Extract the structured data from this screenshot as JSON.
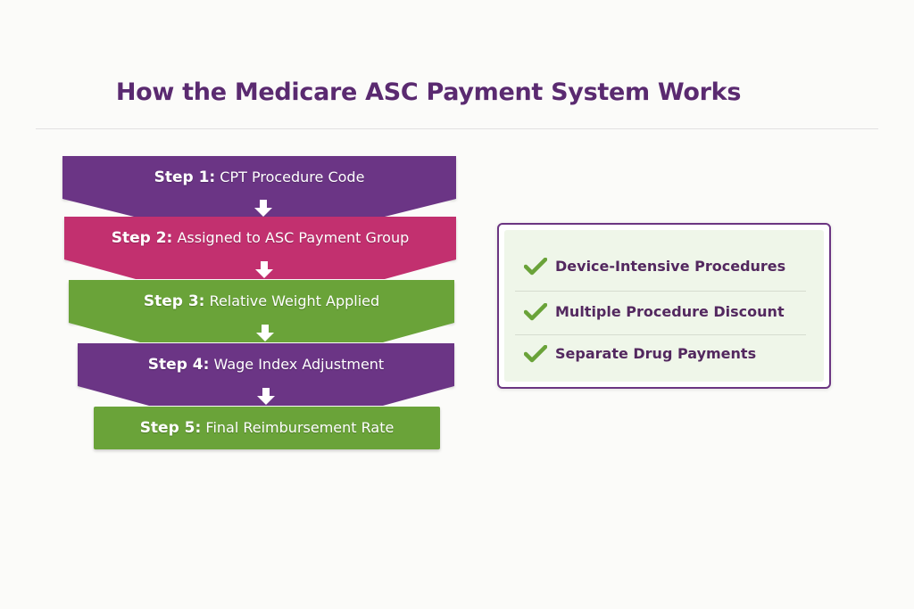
{
  "title": "How the Medicare ASC Payment System Works",
  "steps": [
    {
      "number": "Step 1:",
      "text": "CPT Procedure Code",
      "color": "#6b3585"
    },
    {
      "number": "Step 2:",
      "text": "Assigned to ASC Payment Group",
      "color": "#c2306f"
    },
    {
      "number": "Step 3:",
      "text": "Relative Weight Applied",
      "color": "#6aa339"
    },
    {
      "number": "Step 4:",
      "text": "Wage Index Adjustment",
      "color": "#6b3585"
    },
    {
      "number": "Step 5:",
      "text": "Final Reimbursement Rate",
      "color": "#6aa339"
    }
  ],
  "features": [
    {
      "label": "Device-Intensive Procedures",
      "icon": "checkmark-icon"
    },
    {
      "label": "Multiple Procedure Discount",
      "icon": "checkmark-icon"
    },
    {
      "label": "Separate Drug Payments",
      "icon": "checkmark-icon"
    }
  ],
  "colors": {
    "title": "#5a2a70",
    "purple": "#6b3585",
    "magenta": "#c2306f",
    "green": "#6aa339",
    "panel_border": "#6b3582",
    "panel_fill": "#eff6e9",
    "check": "#6aa339"
  }
}
